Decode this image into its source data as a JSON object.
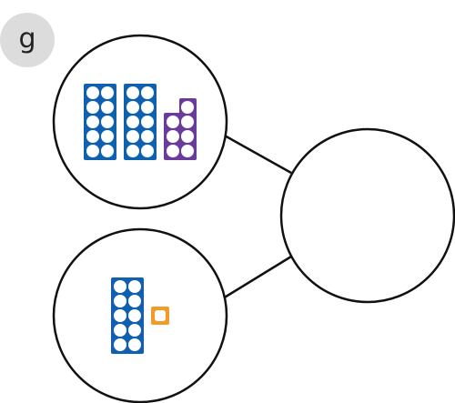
{
  "question": {
    "label": "g"
  },
  "part_whole_model": {
    "whole": {
      "value": ""
    },
    "parts": [
      {
        "name": "top-part",
        "rods": [
          {
            "value": 10,
            "color": "blue"
          },
          {
            "value": 10,
            "color": "blue"
          },
          {
            "value": 7,
            "color": "purple"
          }
        ]
      },
      {
        "name": "bottom-part",
        "rods": [
          {
            "value": 10,
            "color": "blue"
          },
          {
            "value": 1,
            "color": "orange"
          }
        ]
      }
    ]
  },
  "colors": {
    "blue": "#1060b0",
    "purple": "#6a3b9a",
    "orange": "#f39a2b",
    "hole": "#ffffff",
    "outline": "#111111",
    "badge": "#dcdcdc"
  }
}
